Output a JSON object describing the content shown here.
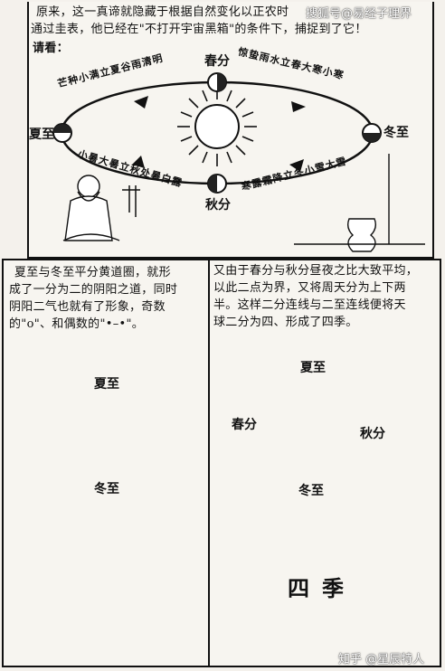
{
  "top_panel": {
    "text_line1": "原来，这一真谛就隐藏于根据自然变化以正农时",
    "text_line2": "通过圭表，他已经在\"不打开宇宙黑箱\"的条件下，捕捉到了它！",
    "text_line3": "请看：",
    "solar_terms_top_left": "芒种小满立夏谷雨清明",
    "solar_terms_top_right": "惊蛰雨水立春大寒小寒",
    "solar_terms_bottom_left": "小暑大暑立秋处暑白露",
    "solar_terms_bottom_right": "寒露霜降立冬小雪大雪",
    "spring_equinox": "春分",
    "summer_solstice": "夏至",
    "autumn_equinox": "秋分",
    "winter_solstice": "冬至"
  },
  "bottom_left_panel": {
    "text_line1": "夏至与冬至平分黄道圈，就形",
    "text_line2": "成了一分为二的阴阳之道，同时",
    "text_line3": "阴阳二气也就有了形象，奇数",
    "text_line4": "的\"o\"、和偶数的\"•–•\"。",
    "label_top": "夏至",
    "label_bottom": "冬至"
  },
  "bottom_right_panel": {
    "text_line1": "又由于春分与秋分昼夜之比大致平均，",
    "text_line2": "以此二点为界，又将周天分为上下两",
    "text_line3": "半。这样二分连线与二至连线便将天",
    "text_line4": "球二分为四、形成了四季。",
    "label_top": "夏至",
    "label_left": "春分",
    "label_right": "秋分",
    "label_bottom": "冬至",
    "four_seasons": "四季"
  },
  "watermarks": {
    "top_right": "搜狐号@易经子理界",
    "bottom_right": "知乎 @星辰特人"
  },
  "colors": {
    "ink": "#111111",
    "paper": "#f7f5f0"
  }
}
